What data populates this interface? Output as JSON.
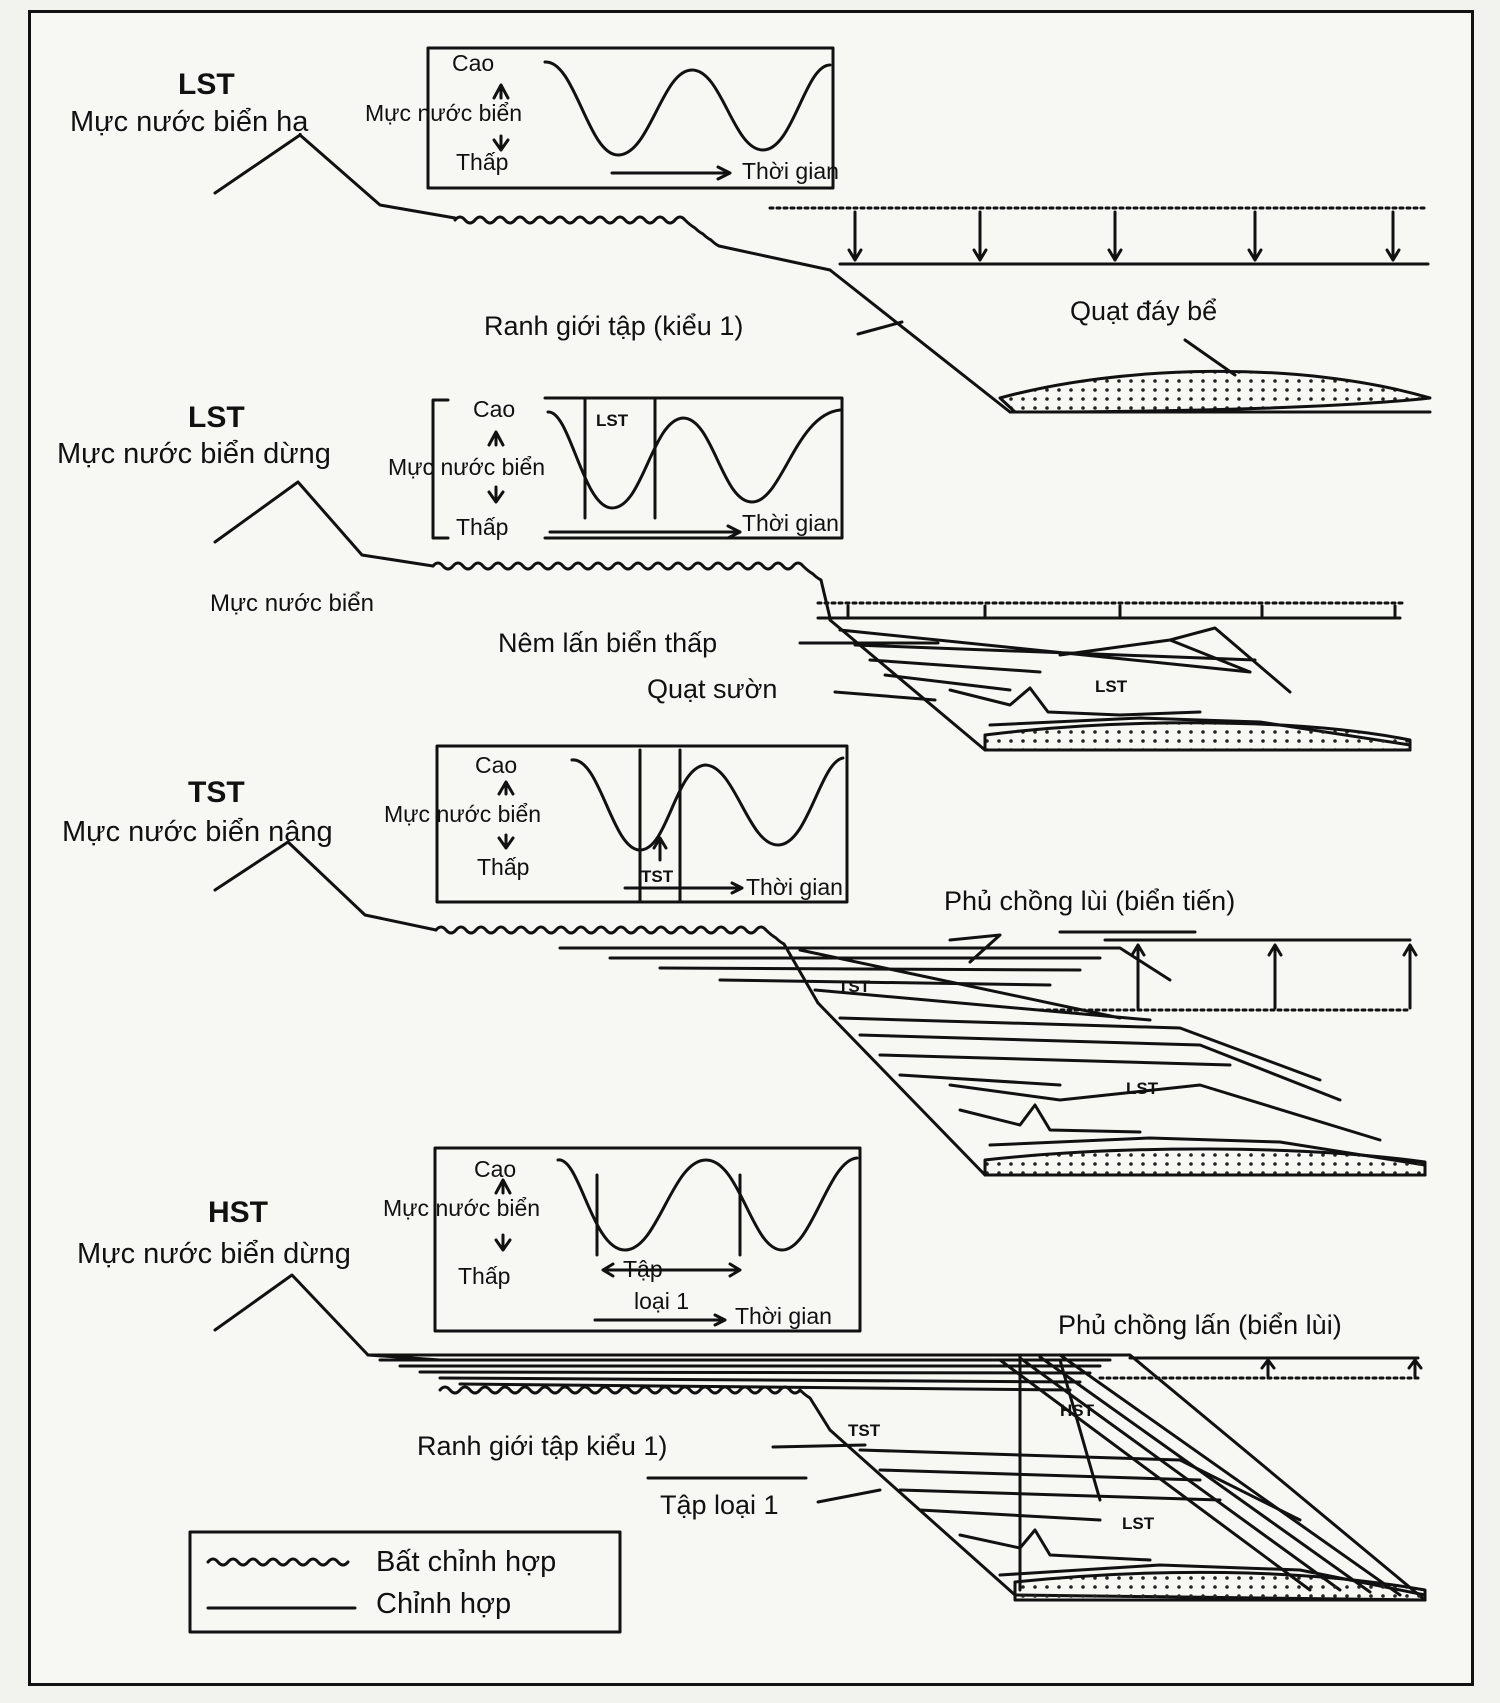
{
  "panels": [
    {
      "id": "lst-falling",
      "title": "LST",
      "subtitle": "Mực nước biển hạ",
      "inset": {
        "high": "Cao",
        "axis": "Mực nước biển",
        "low": "Thấp",
        "time": "Thời gian"
      },
      "callouts": {
        "boundary": "Ranh giới tập (kiểu 1)",
        "fan": "Quạt đáy bể"
      }
    },
    {
      "id": "lst-still",
      "title": "LST",
      "subtitle": "Mực nước biển dừng",
      "inset": {
        "high": "Cao",
        "axis": "Mực nước biển",
        "low": "Thấp",
        "time": "Thời gian",
        "tag": "LST"
      },
      "callouts": {
        "sea_level": "Mực nước biển",
        "wedge": "Nêm lấn biển thấp",
        "slope_fan": "Quạt sườn",
        "body": "LST"
      }
    },
    {
      "id": "tst-rising",
      "title": "TST",
      "subtitle": "Mực nước biển nâng",
      "inset": {
        "high": "Cao",
        "axis": "Mực nước biển",
        "low": "Thấp",
        "time": "Thời gian",
        "tag": "TST"
      },
      "callouts": {
        "retro": "Phủ chồng lùi (biển tiến)",
        "tst": "TST",
        "lst": "LST"
      }
    },
    {
      "id": "hst-still",
      "title": "HST",
      "subtitle": "Mực nước biển dừng",
      "inset": {
        "high": "Cao",
        "axis": "Mực nước biển",
        "low": "Thấp",
        "time": "Thời gian",
        "seq1": "Tập",
        "seq2": "loại 1"
      },
      "callouts": {
        "pro": "Phủ chồng lấn (biển lùi)",
        "boundary": "Ranh giới tập kiểu 1)",
        "seq": "Tập loại 1",
        "hst": "HST",
        "tst": "TST",
        "lst": "LST"
      }
    }
  ],
  "legend": {
    "unconformity": "Bất chỉnh hợp",
    "conformity": "Chỉnh hợp"
  }
}
